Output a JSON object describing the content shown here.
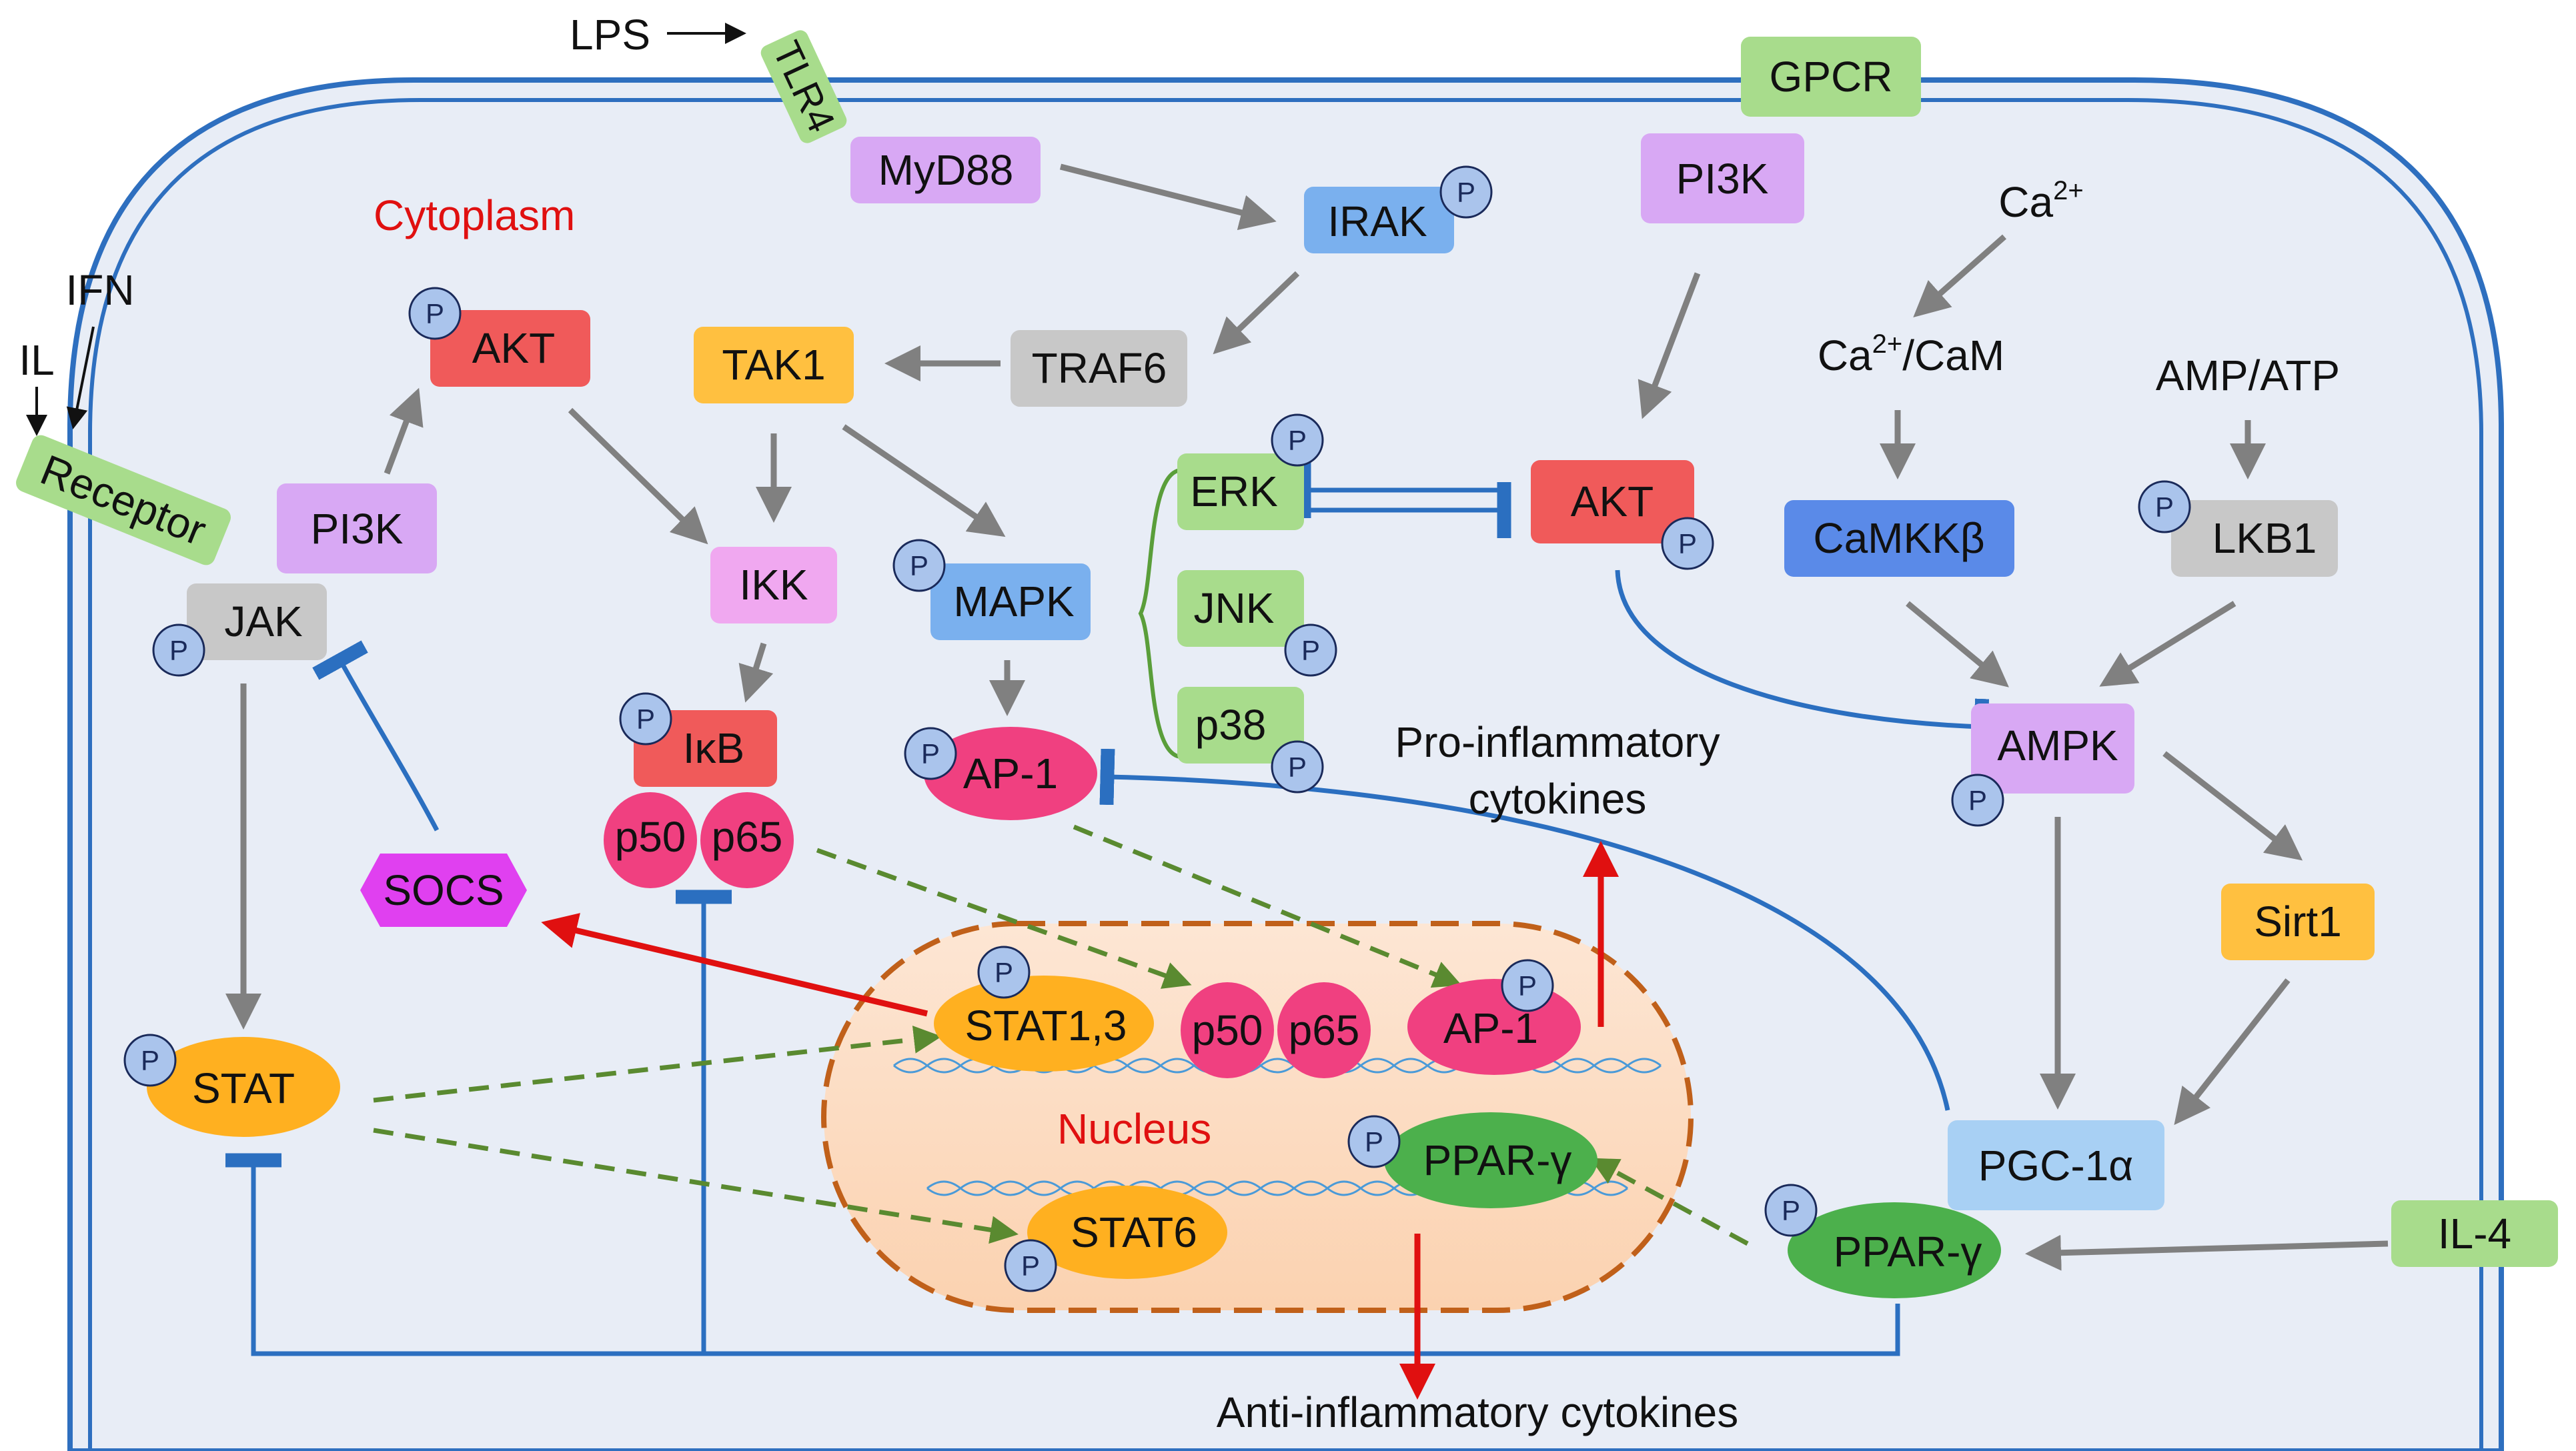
{
  "labels": {
    "lps": "LPS",
    "ifn": "IFN",
    "il": "IL",
    "cytoplasm": "Cytoplasm",
    "nucleus": "Nucleus",
    "pro_inflammatory_line1": "Pro-inflammatory",
    "pro_inflammatory_line2": "cytokines",
    "anti_inflammatory": "Anti-inflammatory cytokines",
    "ca2_base": "Ca",
    "ca2_sup": "2+",
    "ca2cam_base": "Ca",
    "ca2cam_sup": "2+",
    "ca2cam_rest": "/CaM",
    "amp_atp": "AMP/ATP",
    "phospho": "P"
  },
  "nodes": {
    "tlr4": "TLR4",
    "myd88": "MyD88",
    "gpcr": "GPCR",
    "pi3k_top": "PI3K",
    "irak": "IRAK",
    "traf6": "TRAF6",
    "tak1": "TAK1",
    "akt_left": "AKT",
    "receptor": "Receptor",
    "pi3k_left": "PI3K",
    "jak": "JAK",
    "ikk": "IKK",
    "mapk": "MAPK",
    "erk": "ERK",
    "jnk": "JNK",
    "p38": "p38",
    "akt_right": "AKT",
    "camkkb": "CaMKKβ",
    "lkb1": "LKB1",
    "ikb": "IκB",
    "p50": "p50",
    "p65": "p65",
    "ap1_cyto": "AP-1",
    "ampk": "AMPK",
    "sirt1": "Sirt1",
    "socs": "SOCS",
    "stat": "STAT",
    "stat13": "STAT1,3",
    "p50_nuc": "p50",
    "p65_nuc": "p65",
    "ap1_nuc": "AP-1",
    "ppar_nuc": "PPAR-γ",
    "stat6": "STAT6",
    "pgc1a": "PGC-1α",
    "ppar_cyto": "PPAR-γ",
    "il4": "IL-4"
  },
  "colors": {
    "membrane": "#2e6fbf",
    "cell_fill": "#e8edf6",
    "nucleus_border": "#c0601a",
    "activation_arrow": "#808080",
    "inhibition": "#2b6fc0",
    "translocation": "#5a8a30",
    "output_arrow": "#e01010",
    "compartment_label": "#e01010",
    "pink_node": "#f05a5a",
    "green_node": "#a8dc8c",
    "purple_node": "#d8a8f4",
    "blue_node": "#7ab0ee",
    "orange_node": "#ffc040",
    "gray_node": "#c8c8c8",
    "dark_green_node": "#4cb04c",
    "magenta_node": "#e040f0",
    "phospho_circle": "#aac4ec"
  }
}
